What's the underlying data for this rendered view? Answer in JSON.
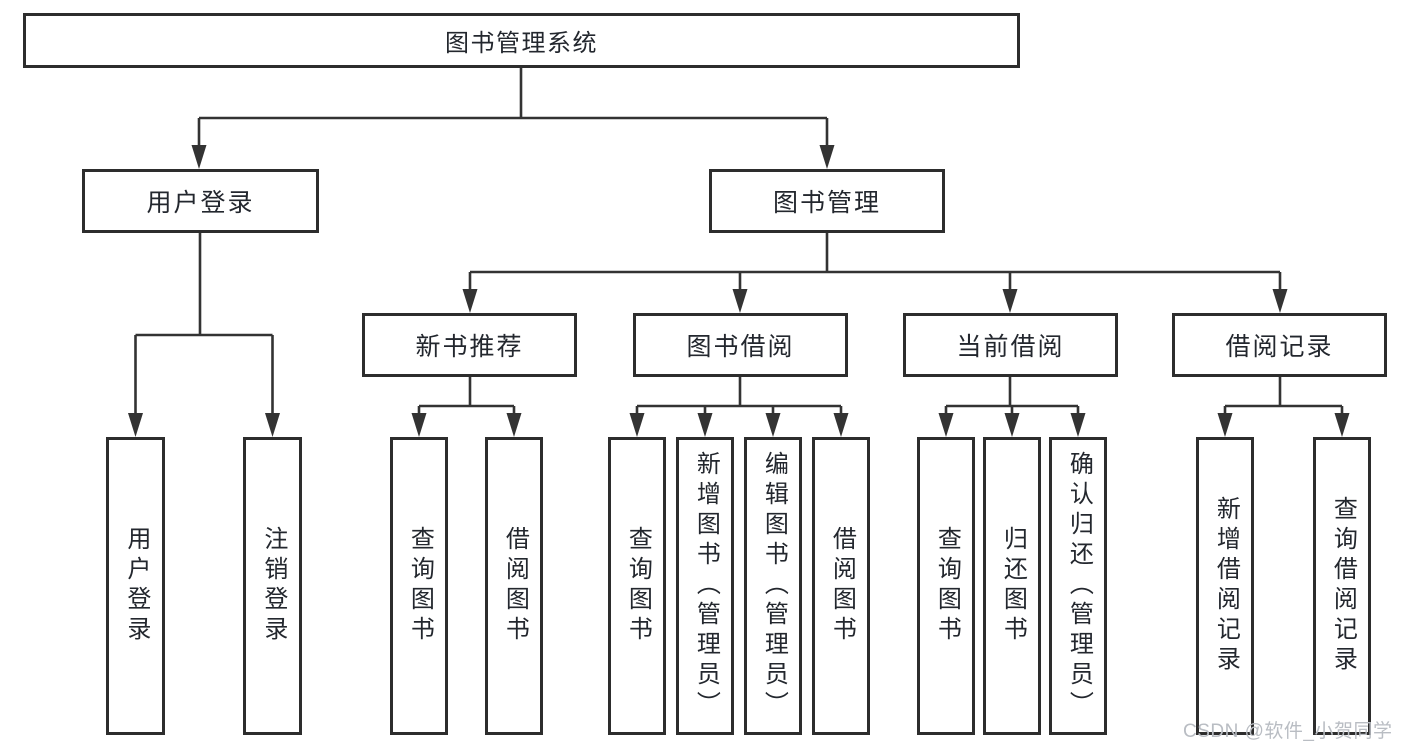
{
  "colors": {
    "line": "#333333",
    "node_border": "#2d2d2d",
    "node_fill": "#ffffff",
    "text": "#23272e",
    "background": "#ffffff",
    "watermark": "#b9bdc3"
  },
  "diagram": {
    "root": {
      "label": "图书管理系统"
    },
    "modules": [
      {
        "label": "用户登录",
        "features": [
          "用户登录",
          "注销登录"
        ]
      },
      {
        "label": "图书管理",
        "submodules": [
          {
            "label": "新书推荐",
            "features": [
              "查询图书",
              "借阅图书"
            ]
          },
          {
            "label": "图书借阅",
            "features": [
              "查询图书",
              "新增图书（管理员）",
              "编辑图书（管理员）",
              "借阅图书"
            ]
          },
          {
            "label": "当前借阅",
            "features": [
              "查询图书",
              "归还图书",
              "确认归还（管理员）"
            ]
          },
          {
            "label": "借阅记录",
            "features": [
              "新增借阅记录",
              "查询借阅记录"
            ]
          }
        ]
      }
    ]
  },
  "watermark": {
    "text": "CSDN @软件_小贺同学"
  }
}
